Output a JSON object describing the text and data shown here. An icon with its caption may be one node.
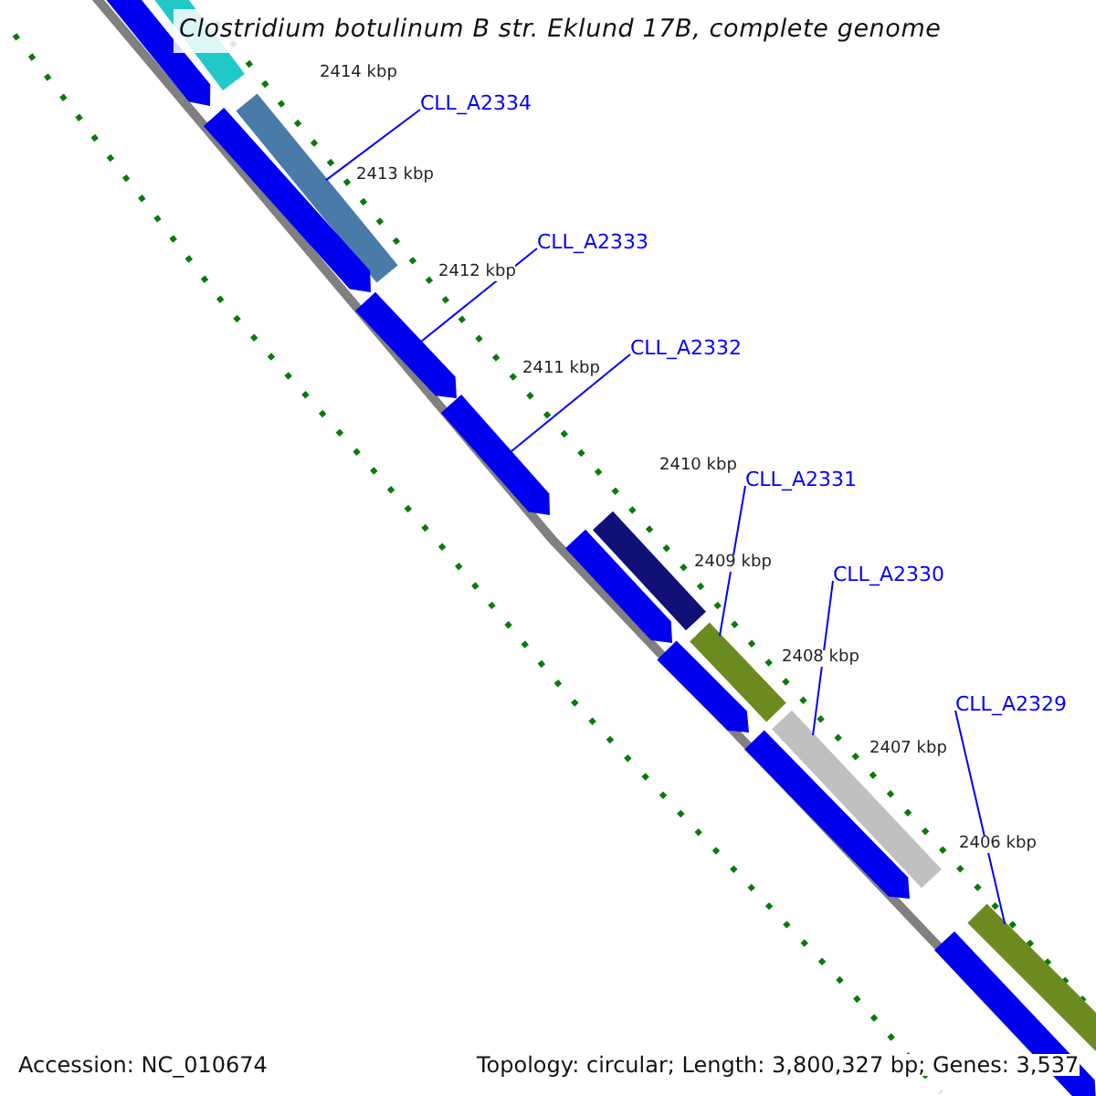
{
  "diagram": {
    "title": "Clostridium botulinum B str. Eklund 17B, complete genome",
    "nodes": [
      {
        "text": [
          "CLL_A2334"
        ]
      },
      {
        "text": [
          "CLL_A2333"
        ]
      },
      {
        "text": [
          "CLL_A2332"
        ]
      },
      {
        "text": [
          "CLL_A2331"
        ]
      },
      {
        "text": [
          "CLL_A2330"
        ]
      },
      {
        "text": [
          "CLL_A2329"
        ]
      },
      {
        "text": [],
        "shape": "bar"
      },
      {
        "text": [],
        "shape": "bar"
      },
      {
        "text": [],
        "shape": "bar"
      },
      {
        "text": [],
        "shape": "bar"
      },
      {
        "text": [],
        "shape": "bar"
      },
      {
        "text": [],
        "shape": "bar"
      },
      {
        "text": [],
        "shape": "bar"
      },
      {
        "text": [],
        "shape": "bar"
      },
      {
        "text": [],
        "shape": "bar"
      },
      {
        "text": [],
        "shape": "bar"
      },
      {
        "text": [],
        "shape": "bar"
      },
      {
        "text": [],
        "shape": "bar"
      },
      {
        "text": [],
        "shape": "bar"
      },
      {
        "text": [],
        "shape": "bar"
      }
    ],
    "edges": [
      {
        "from": 0,
        "to": 6,
        "arrow": "none"
      },
      {
        "from": 1,
        "to": 7,
        "arrow": "none"
      },
      {
        "from": 2,
        "to": 8,
        "arrow": "none"
      },
      {
        "from": 3,
        "to": 9,
        "arrow": "none"
      },
      {
        "from": 4,
        "to": 10,
        "arrow": "none"
      },
      {
        "from": 5,
        "to": 11,
        "arrow": "none"
      }
    ],
    "labels": [
      "2414 kbp",
      "2413 kbp",
      "2412 kbp",
      "2411 kbp",
      "2410 kbp",
      "2409 kbp",
      "2408 kbp",
      "2407 kbp",
      "2406 kbp",
      "Accession: NC_010674",
      "Topology: circular; Length: 3,800,327 bp; Genes: 3,537"
    ]
  }
}
